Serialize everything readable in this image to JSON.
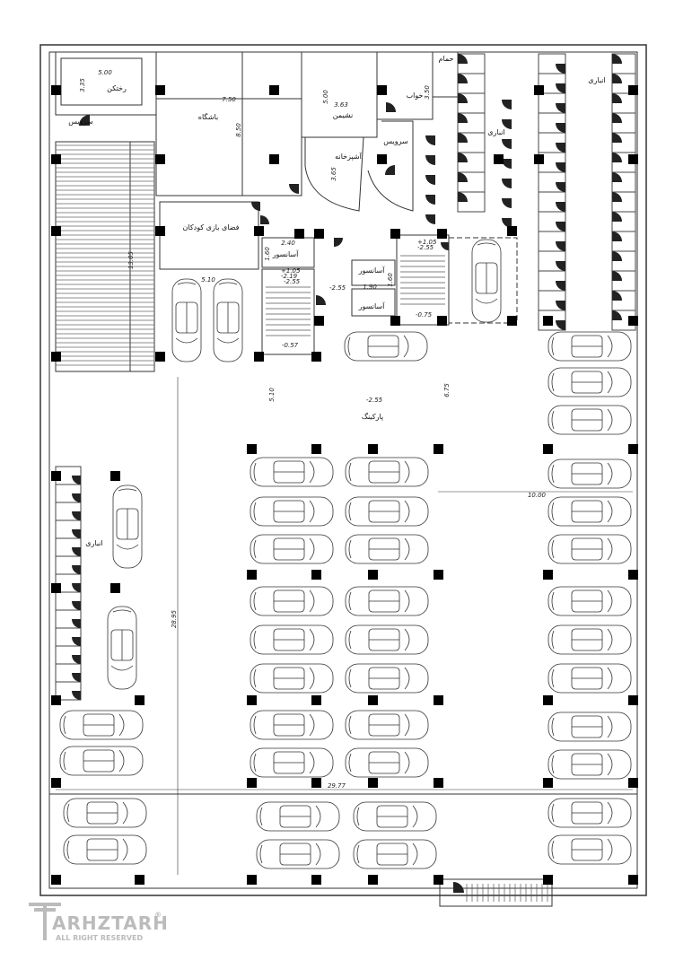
{
  "rooms": {
    "locker": "رختکن",
    "wc_left": "سرویس",
    "gym": "باشگاه",
    "living": "نشیمن",
    "kitchen": "آشپزخانه",
    "bedroom": "خواب",
    "bath": "حمام",
    "wc_right": "سرویس",
    "storage_1": "انباری",
    "storage_2": "انباری",
    "storage_3": "انباری",
    "kids_play": "فضای بازی کودکان",
    "elevator_1": "آسانسور",
    "elevator_2": "آسانسور",
    "elevator_3": "آسانسور",
    "parking": "پارکینگ"
  },
  "dimensions": {
    "locker_w": "5.00",
    "locker_h": "3.35",
    "gym_w": "7.50",
    "gym_h": "8.50",
    "living_w": "3.63",
    "living_h": "5.00",
    "kitchen_h": "3.65",
    "bed_h": "3.50",
    "elev_w": "2.40",
    "elev_h": "1.60",
    "elev2_w": "1.90",
    "elev2_h": "1.60",
    "play_w": "5.10",
    "ramp_len": "13.05",
    "drive_1": "5.10",
    "drive_2": "6.75",
    "aisle": "10.00",
    "total_h": "28.95",
    "total_w": "29.77"
  },
  "levels": {
    "stair1_a": "+1.05",
    "stair1_b": "-2.19",
    "stair1_c": "-2.55",
    "stair1_d": "-0.57",
    "lobby": "-2.55",
    "stair2_a": "+1.05",
    "stair2_b": "-2.55",
    "stair2_c": "-0.75",
    "parking": "-2.55"
  },
  "watermark": {
    "brand": "ARHZTARH",
    "rights": "ALL RIGHT RESERVED",
    "reg": "®"
  }
}
